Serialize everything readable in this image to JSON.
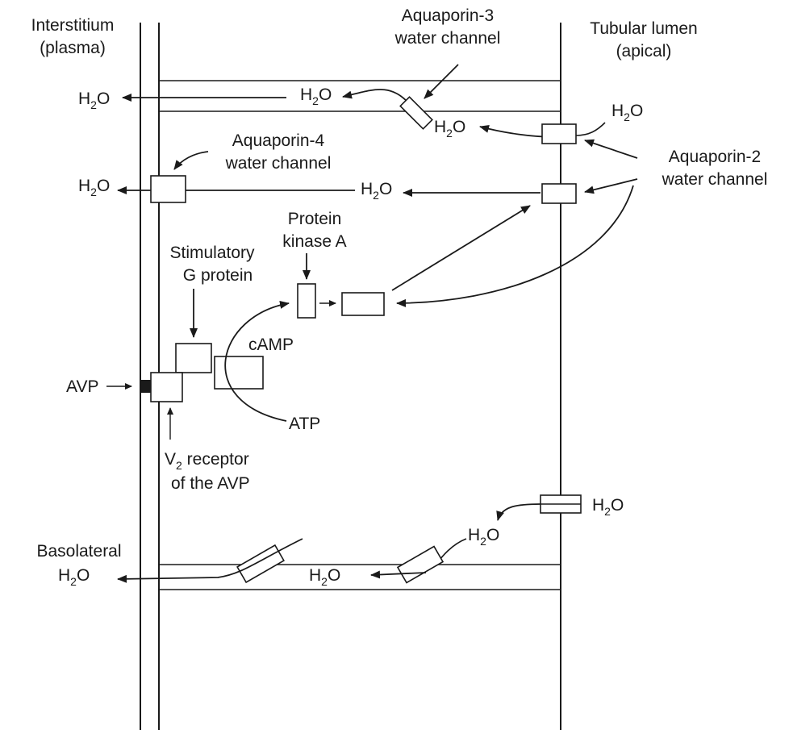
{
  "labels": {
    "interstitium_1": "Interstitium",
    "interstitium_2": "(plasma)",
    "lumen_1": "Tubular lumen",
    "lumen_2": "(apical)",
    "aqp3_1": "Aquaporin-3",
    "aqp3_2": "water channel",
    "aqp4_1": "Aquaporin-4",
    "aqp4_2": "water channel",
    "aqp2_1": "Aquaporin-2",
    "aqp2_2": "water channel",
    "pka_1": "Protein",
    "pka_2": "kinase A",
    "gprot_1": "Stimulatory",
    "gprot_2": "G protein",
    "camp": "cAMP",
    "atp": "ATP",
    "avp": "AVP",
    "v2_1a": "V",
    "v2_1sub": "2",
    "v2_1b": " receptor",
    "v2_2": "of the AVP",
    "basolateral": "Basolateral"
  },
  "water": {
    "h": "H",
    "sub": "2",
    "o": "O"
  },
  "colors": {
    "ink": "#1a1a1a",
    "background": "#ffffff"
  }
}
